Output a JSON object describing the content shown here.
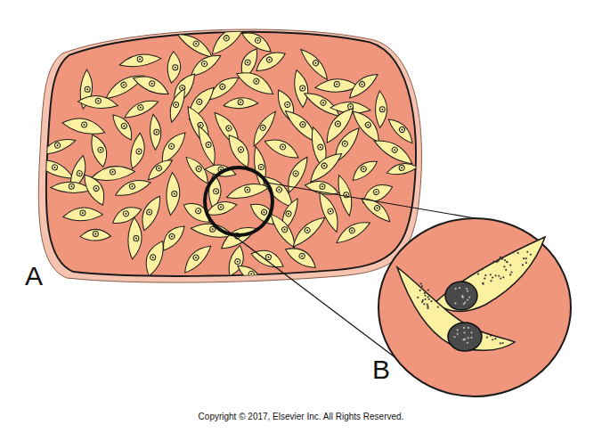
{
  "diagram": {
    "labels": [
      "A",
      "B",
      "Copyright © 2017, Elsevier Inc. All Rights Reserved."
    ]
  }
}
